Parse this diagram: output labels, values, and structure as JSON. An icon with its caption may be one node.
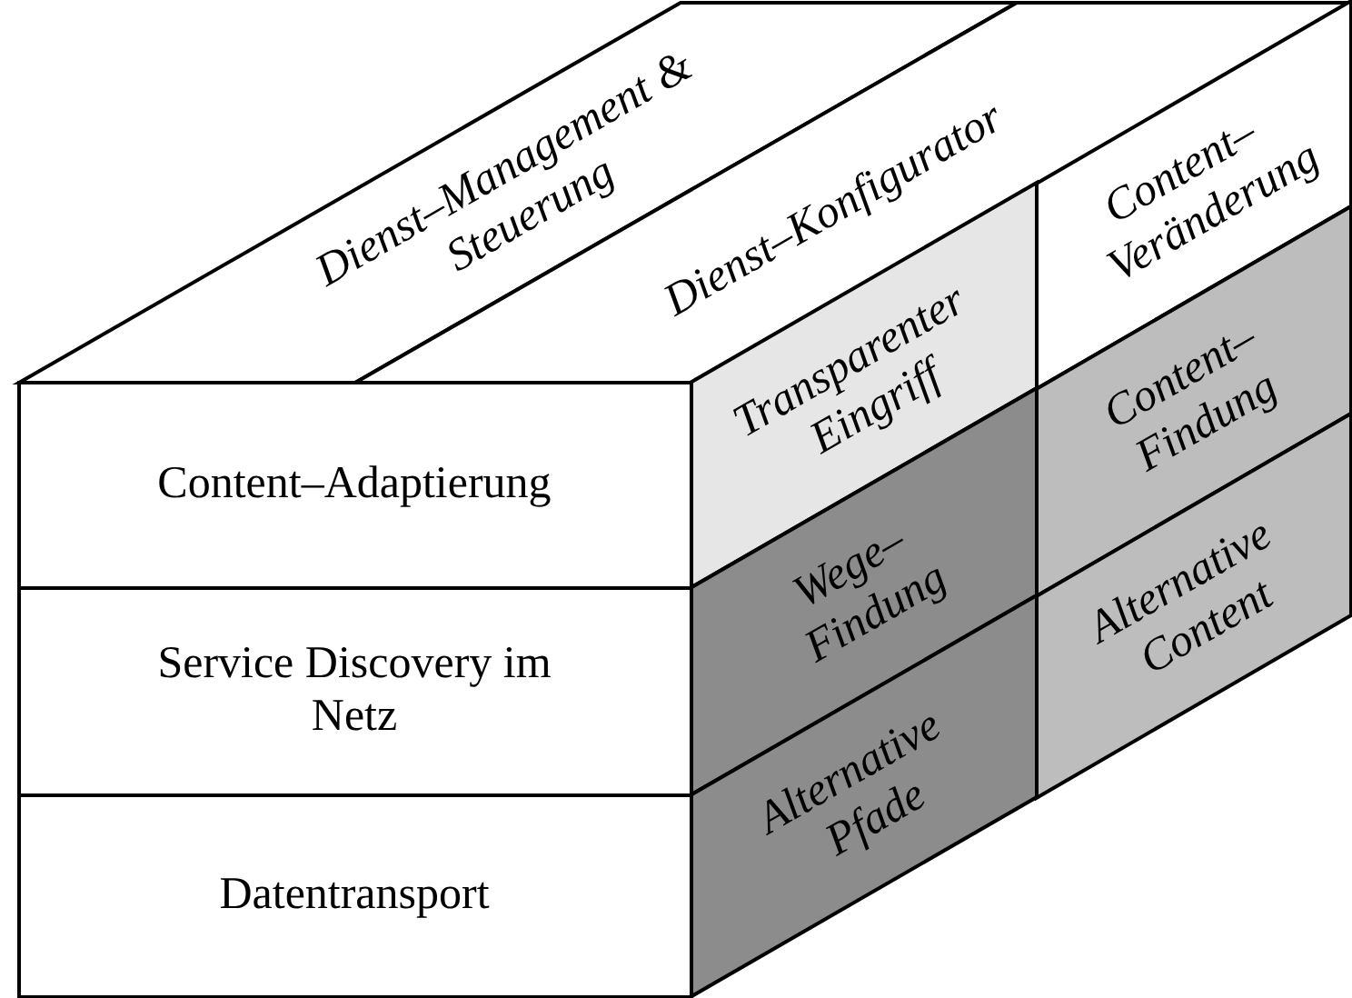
{
  "diagram": {
    "nodes": [
      {
        "text": [
          "Dienst–Management & Steuerung"
        ]
      },
      {
        "text": [
          "Dienst–Konfigurator"
        ]
      },
      {
        "text": [
          "Content–Adaptierung"
        ]
      },
      {
        "text": [
          "Service Discovery im Netz"
        ]
      },
      {
        "text": [
          "Datentransport"
        ]
      },
      {
        "text": [
          "Transparenter Eingriff"
        ]
      },
      {
        "text": [
          "Content–Veränderung"
        ]
      },
      {
        "text": [
          "Wege–Findung"
        ]
      },
      {
        "text": [
          "Content–Findung"
        ]
      },
      {
        "text": [
          "Alternative Pfade"
        ]
      },
      {
        "text": [
          "Alternative Content"
        ]
      }
    ]
  }
}
